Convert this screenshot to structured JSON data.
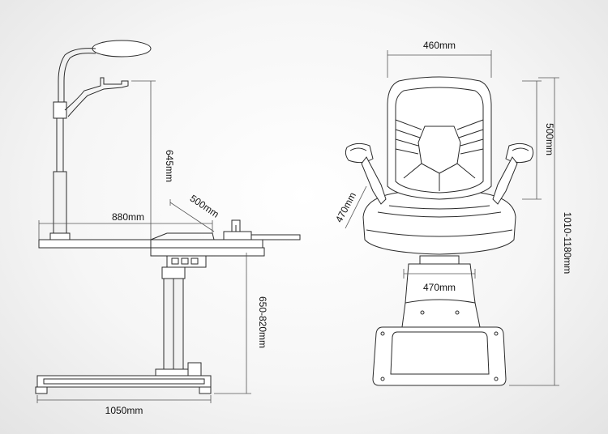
{
  "labels": {
    "lamp_height": "645mm",
    "desk_depth": "500mm",
    "desk_width": "880mm",
    "column_height": "650-820mm",
    "base_width": "1050mm",
    "backrest_width": "460mm",
    "backrest_height": "500mm",
    "seat_depth": "470mm",
    "total_height": "1010-1180mm",
    "seat_width": "470mm"
  }
}
